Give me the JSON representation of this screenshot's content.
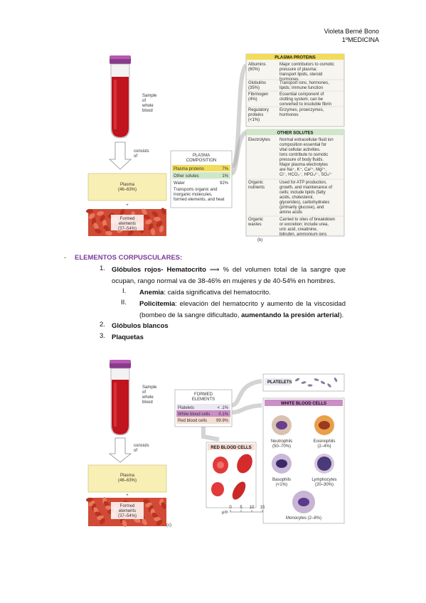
{
  "header": {
    "author": "Violeta Berné Bono",
    "course": "1ºMEDICINA"
  },
  "figure_top": {
    "tube_label": "Sample\nof\nwhole\nblood",
    "consists_of": "consists\nof",
    "plasma": "Plasma\n(46–63%)",
    "formed": "Formed\nelements\n(37–54%)",
    "plus": "+",
    "panel": "(b)",
    "composition_title": "PLASMA\nCOMPOSITION",
    "composition_rows": [
      {
        "label": "Plasma proteins",
        "value": "7%"
      },
      {
        "label": "Other solutes",
        "value": "1%"
      },
      {
        "label": "Water",
        "value": "92%"
      }
    ],
    "water_note": "Transports organic and\ninorganic molecules,\nformed elements, and heat",
    "proteins_title": "PLASMA PROTEINS",
    "proteins": [
      {
        "name": "Albumins\n(60%)",
        "desc": "Major contributors to osmotic\npressure of plasma;\ntransport lipids, steroid\nhormones"
      },
      {
        "name": "Globulins\n(35%)",
        "desc": "Transport ions, hormones,\nlipids; immune function"
      },
      {
        "name": "Fibrinogen\n(4%)",
        "desc": "Essential component of\nclotting system; can be\nconverted to insoluble fibrin"
      },
      {
        "name": "Regulatory\nproteins\n(<1%)",
        "desc": "Enzymes, proenzymes,\nhormones"
      }
    ],
    "solutes_title": "OTHER SOLUTES",
    "solutes": [
      {
        "name": "Electrolytes",
        "desc": "Normal extracellular fluid ion\ncomposition essential for\nvital cellular activities.\nIons contribute to osmotic\npressure of body fluids.\nMajor plasma electrolytes\nare Na⁺, K⁺, Ca²⁺, Mg²⁺,\nCl⁻, HCO₃⁻, HPO₄²⁻, SO₄²⁻"
      },
      {
        "name": "Organic\nnutrients",
        "desc": "Used for ATP production,\ngrowth, and maintenance of\ncells; include lipids (fatty\nacids, cholesterol,\nglycerides), carbohydrates\n(primarily glucose), and\namino acids"
      },
      {
        "name": "Organic\nwastes",
        "desc": "Carried to sites of breakdown\nor excretion; include urea,\nuric acid, creatinine,\nbilirubin, ammonium ions"
      }
    ]
  },
  "text": {
    "section_title": "ELEMENTOS CORPUSCULARES:",
    "i1_num": "1.",
    "i1_bold": "Glóbulos rojos- Hematocrito",
    "i1_arrow": "⟹",
    "i1_rest": " % del volumen total de la sangre que ocupan, rango normal va de 38-46% en mujeres y de 40-54% en hombres.",
    "s1_num": "I.",
    "s1_bold": "Anemia",
    "s1_rest": ": caída significativa del hematocrito.",
    "s2_num": "II.",
    "s2_bold": "Policitemia",
    "s2_rest": ": elevación del hematocrito y aumento de la viscosidad (bombeo de la sangre dificultado, ",
    "s2_bold2": "aumentando la presión arterial",
    "s2_end": ").",
    "i2_num": "2.",
    "i2": "Glóbulos blancos",
    "i3_num": "3.",
    "i3": "Plaquetas"
  },
  "figure_bottom": {
    "tube_label": "Sample\nof\nwhole\nblood",
    "consists_of": "consists\nof",
    "plasma": "Plasma\n(46–63%)",
    "formed": "Formed\nelements\n(37–54%)",
    "plus": "+",
    "panel": "(c)",
    "formed_title": "FORMED\nELEMENTS",
    "formed_rows": [
      {
        "label": "Platelets",
        "value": "< .1%"
      },
      {
        "label": "White blood cells",
        "value": "0.1%"
      },
      {
        "label": "Red blood cells",
        "value": "99.9%"
      }
    ],
    "platelets_title": "PLATELETS",
    "wbc_title": "WHITE BLOOD CELLS",
    "rbc_title": "RED BLOOD CELLS",
    "wbc": [
      {
        "name": "Neutrophils\n(50–70%)"
      },
      {
        "name": "Eosinophils\n(2–4%)"
      },
      {
        "name": "Basophils\n(<1%)"
      },
      {
        "name": "Lymphocytes\n(20–30%)"
      },
      {
        "name": "Monocytes (2–8%)"
      }
    ],
    "scale_unit": "μm",
    "scale_ticks": [
      "0",
      "5",
      "10",
      "15"
    ]
  }
}
